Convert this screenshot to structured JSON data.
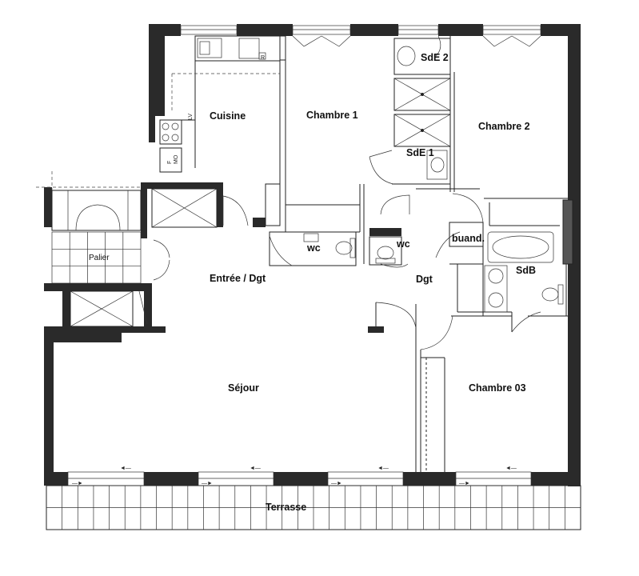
{
  "rooms": {
    "cuisine": "Cuisine",
    "chambre1": "Chambre 1",
    "chambre2": "Chambre 2",
    "sde2": "SdE 2",
    "sde1": "SdE 1",
    "entree": "Entrée / Dgt",
    "wc1": "wc",
    "wc2": "wc",
    "buanderie": "buand.",
    "dgt": "Dgt",
    "sdb": "SdB",
    "sejour": "Séjour",
    "chambre3": "Chambre 03",
    "terrasse": "Terrasse",
    "palier": "Palier"
  },
  "appliances": {
    "lv": "LV",
    "refrigerator": "R",
    "f": "F",
    "mo": "MO"
  }
}
